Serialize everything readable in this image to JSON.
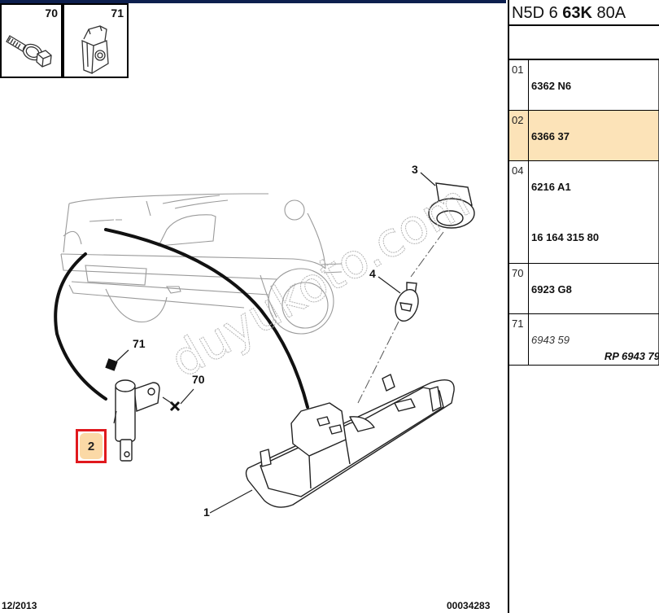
{
  "diagram": {
    "thumbnails": [
      {
        "ref": "70",
        "icon": "bolt-washer-icon"
      },
      {
        "ref": "71",
        "icon": "clip-nut-icon"
      }
    ],
    "callouts": {
      "c1": "1",
      "c2": "2",
      "c3": "3",
      "c4": "4",
      "c70": "70",
      "c71": "71"
    },
    "highlighted_callout": "2",
    "watermark": "duyukoto.com",
    "footer": {
      "date": "12/2013",
      "reference": "00034283"
    },
    "colors": {
      "highlight_fill": "#fbd9a6",
      "highlight_border": "#e0191e",
      "topbar": "#0d1f4e"
    }
  },
  "panel": {
    "header": {
      "part1": "N5D 6 ",
      "part2": "63K",
      "part3": " 80A"
    },
    "rows": [
      {
        "index": "01",
        "parts": [
          "6362 N6"
        ],
        "highlighted": false
      },
      {
        "index": "02",
        "parts": [
          "6366 37"
        ],
        "highlighted": true
      },
      {
        "index": "04",
        "parts": [
          "6216 A1",
          "16 164 315 80"
        ],
        "highlighted": false
      },
      {
        "index": "70",
        "parts": [
          "6923 G8"
        ],
        "highlighted": false
      },
      {
        "index": "71",
        "parts": [
          "6943 59"
        ],
        "replacement": "RP 6943 79",
        "highlighted": false
      }
    ],
    "colors": {
      "row_highlight": "#fce3b8"
    }
  }
}
